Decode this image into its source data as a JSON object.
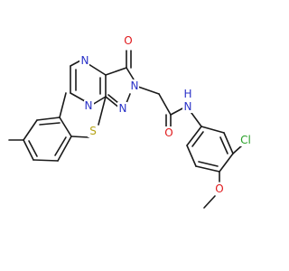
{
  "molecule": {
    "atom_labels": [
      {
        "id": "n-pyrazine-top",
        "text": "N",
        "color": "#2a32c8"
      },
      {
        "id": "n-pyrazine-bottom",
        "text": "N",
        "color": "#2a32c8"
      },
      {
        "id": "o-carbonyl-triazole",
        "text": "O",
        "color": "#e0181b"
      },
      {
        "id": "n-triazole-right",
        "text": "N",
        "color": "#2a32c8"
      },
      {
        "id": "n-triazole-bottom",
        "text": "N",
        "color": "#2a32c8"
      },
      {
        "id": "s-thioether",
        "text": "S",
        "color": "#b5a316"
      },
      {
        "id": "o-amide",
        "text": "O",
        "color": "#e0181b"
      },
      {
        "id": "n-amide",
        "text": "N",
        "color": "#2a32c8"
      },
      {
        "id": "h-amide",
        "text": "H",
        "color": "#2a32c8"
      },
      {
        "id": "cl-chloro",
        "text": "Cl",
        "color": "#27a027"
      },
      {
        "id": "o-methoxy",
        "text": "O",
        "color": "#e0181b"
      }
    ],
    "bond_color": "#1a1a1a"
  }
}
